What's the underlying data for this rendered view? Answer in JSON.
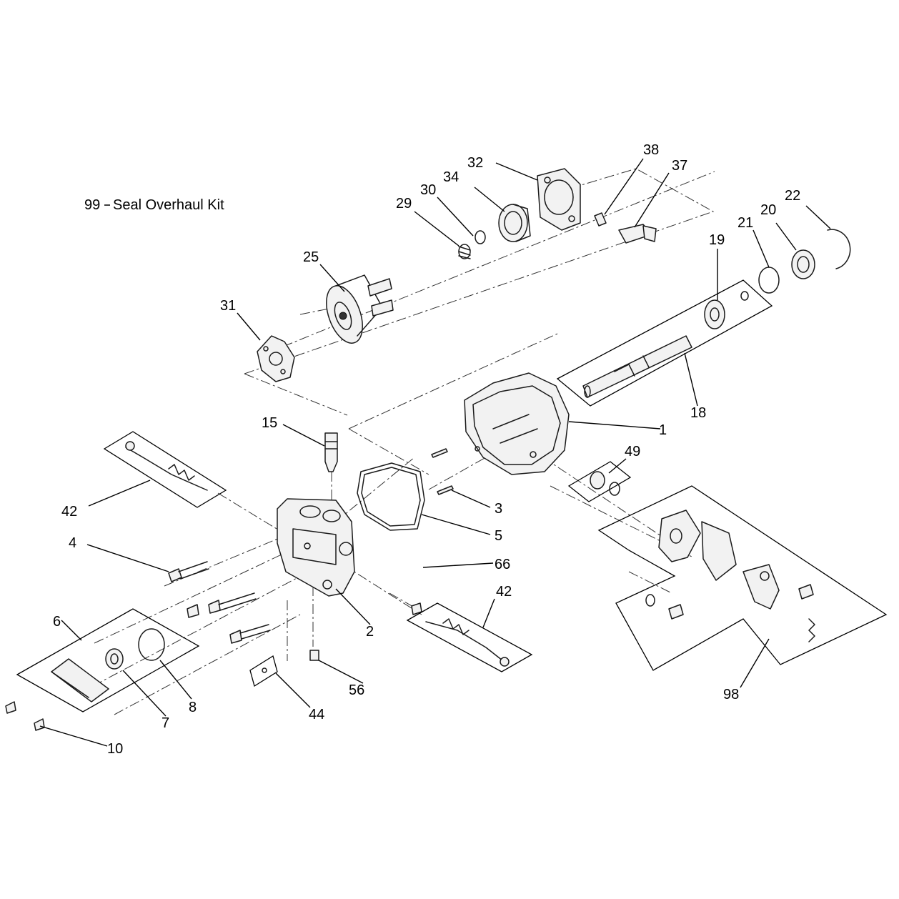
{
  "kit_note": {
    "number": "99",
    "text": "Seal Overhaul Kit"
  },
  "callouts": {
    "c1": "1",
    "c2": "2",
    "c3": "3",
    "c4": "4",
    "c5": "5",
    "c6": "6",
    "c7": "7",
    "c8": "8",
    "c10": "10",
    "c15": "15",
    "c18": "18",
    "c19": "19",
    "c20": "20",
    "c21": "21",
    "c22": "22",
    "c25": "25",
    "c29": "29",
    "c30": "30",
    "c31": "31",
    "c32": "32",
    "c34": "34",
    "c37": "37",
    "c38": "38",
    "c42a": "42",
    "c42b": "42",
    "c44": "44",
    "c49": "49",
    "c56": "56",
    "c66": "66",
    "c98": "98"
  }
}
